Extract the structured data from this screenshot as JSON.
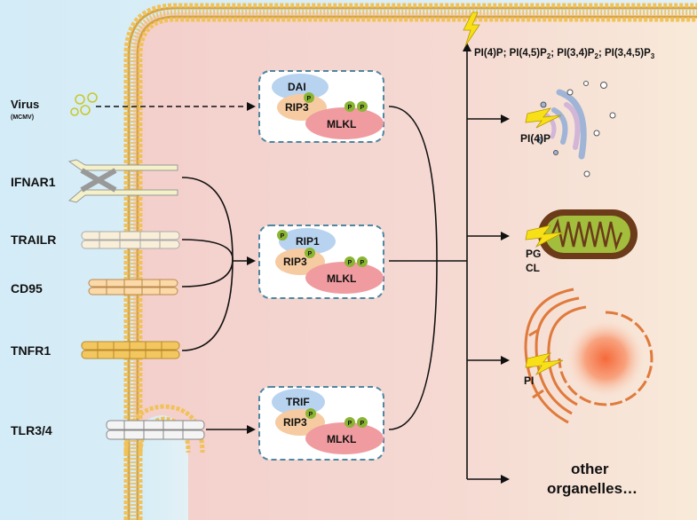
{
  "virus": {
    "label": "Virus",
    "sublabel": "(MCMV)"
  },
  "receptors": {
    "ifnar1": "IFNAR1",
    "trailr": "TRAILR",
    "cd95": "CD95",
    "tnfr1": "TNFR1",
    "tlr": "TLR3/4"
  },
  "complexes": {
    "top": {
      "adaptor": "DAI",
      "kinase": "RIP3",
      "effector": "MLKL"
    },
    "middle": {
      "adaptor": "RIP1",
      "kinase": "RIP3",
      "effector": "MLKL"
    },
    "bottom": {
      "adaptor": "TRIF",
      "kinase": "RIP3",
      "effector": "MLKL"
    }
  },
  "phospho_label": "P",
  "lipids": {
    "pm_pi4p": "PI(4)P; ",
    "pm_pi45": "PI(4,5)P",
    "pm_sep1": "; ",
    "pm_pi34": "PI(3,4)P",
    "pm_sep2": "; ",
    "pm_pi345": "PI(3,4,5)P",
    "sub2a": "2",
    "sub2b": "2",
    "sub3": "3",
    "golgi": "PI(4)P",
    "mito_pg": "PG",
    "mito_cl": "CL",
    "er": "PI"
  },
  "other": {
    "line1": "other",
    "line2": "organelles…"
  },
  "colors": {
    "extracellular": "#d7ecf5",
    "cytoplasm": "#f4d3cf",
    "membrane_head": "#f2c15a",
    "membrane_tail": "#c8962e",
    "adaptor": "#b8d3ef",
    "kinase": "#f6cba1",
    "effector": "#f09ba0",
    "phospho": "#8ab532",
    "lightning": "#f7e017",
    "mito": "#6b3b1a",
    "er": "#e07a3c"
  }
}
